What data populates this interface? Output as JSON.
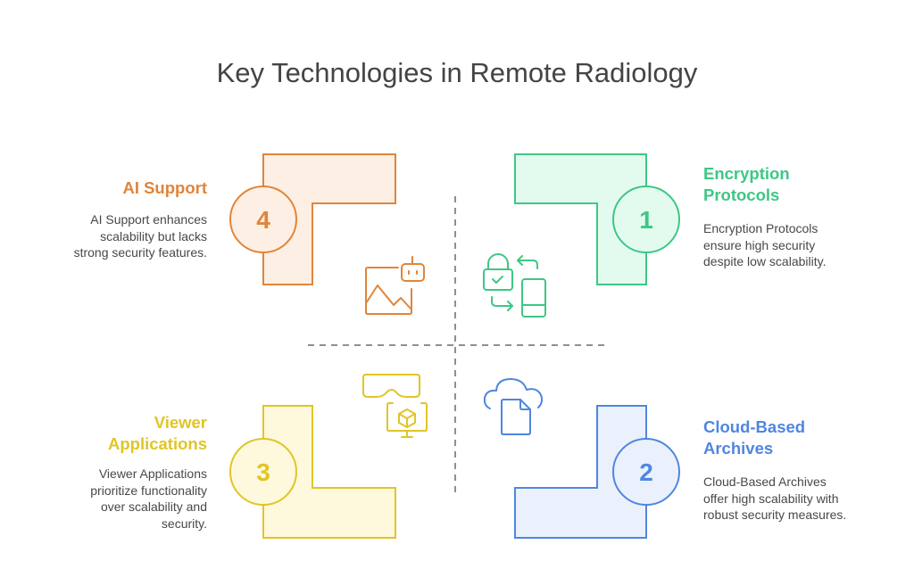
{
  "title": "Key Technologies in Remote Radiology",
  "colors": {
    "orange": "#E0853A",
    "orange_fill": "#FDEFE3",
    "green": "#3DC784",
    "green_fill": "#E3FBEF",
    "yellow": "#E0C526",
    "yellow_fill": "#FEF8DC",
    "blue": "#4F86E0",
    "blue_fill": "#EAF1FC",
    "divider": "#8F8F8F",
    "text": "#484848"
  },
  "quadrants": [
    {
      "id": "ai-support",
      "number": "4",
      "heading_lines": [
        "AI Support"
      ],
      "description_lines": [
        "AI Support enhances",
        "scalability but lacks",
        "strong security features."
      ],
      "icon": "image-robot-icon",
      "color": "orange"
    },
    {
      "id": "encryption-protocols",
      "number": "1",
      "heading_lines": [
        "Encryption",
        "Protocols"
      ],
      "description_lines": [
        "Encryption Protocols",
        "ensure high security",
        "despite low scalability."
      ],
      "icon": "lock-phone-sync-icon",
      "color": "green"
    },
    {
      "id": "viewer-applications",
      "number": "3",
      "heading_lines": [
        "Viewer",
        "Applications"
      ],
      "description_lines": [
        "Viewer Applications",
        "prioritize functionality",
        "over scalability and",
        "security."
      ],
      "icon": "vr-monitor-cube-icon",
      "color": "yellow"
    },
    {
      "id": "cloud-based-archives",
      "number": "2",
      "heading_lines": [
        "Cloud-Based",
        "Archives"
      ],
      "description_lines": [
        "Cloud-Based Archives",
        "offer high scalability with",
        "robust security measures."
      ],
      "icon": "cloud-document-icon",
      "color": "blue"
    }
  ]
}
